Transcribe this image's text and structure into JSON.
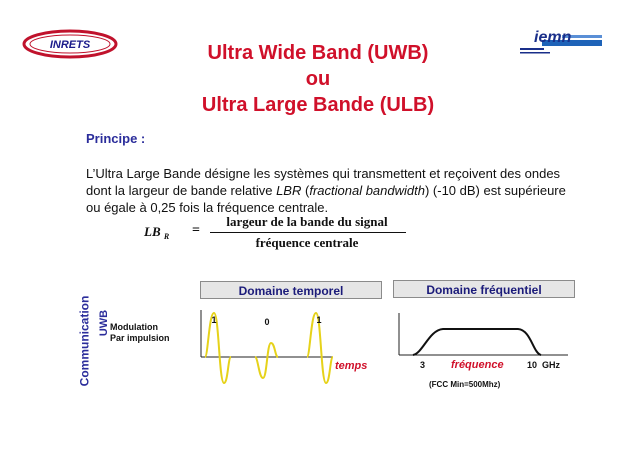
{
  "logos": {
    "left_text": "INRETS",
    "right_text": "iemn"
  },
  "title": {
    "line1": "Ultra Wide Band (UWB)",
    "line2": "ou",
    "line3": "Ultra Large Bande (ULB)"
  },
  "principe_label": "Principe :",
  "paragraph": {
    "part1": "L’Ultra Large Bande désigne les systèmes qui transmettent et reçoivent des ondes dont la largeur de bande relative ",
    "abbr": "LBR",
    "part2": " (",
    "english": "fractional bandwidth",
    "part3": ") (-10 dB) est supérieure ou égale à 0,25 fois la fréquence centrale."
  },
  "formula": {
    "lhs": "LB",
    "lhs_sub": "R",
    "equals": "=",
    "numerator": "largeur  de la bande  du signal",
    "denominator": "fréquence  centrale"
  },
  "side_labels": {
    "communication": "Communication",
    "uwb": "UWB"
  },
  "row_label": {
    "line1": "Modulation",
    "line2": "Par impulsion"
  },
  "temporal": {
    "header": "Domaine temporel",
    "axis_label": "temps",
    "pulse_labels": [
      "1",
      "0",
      "1"
    ]
  },
  "frequency": {
    "header": "Domaine fréquentiel",
    "axis_label": "fréquence",
    "tick_start": "3",
    "tick_end": "10",
    "unit": "GHz",
    "note": "(FCC Min=500Mhz)"
  },
  "colors": {
    "title_red": "#d0102a",
    "blue": "#2b2d9b",
    "pulse_yellow": "#e6d21a"
  }
}
